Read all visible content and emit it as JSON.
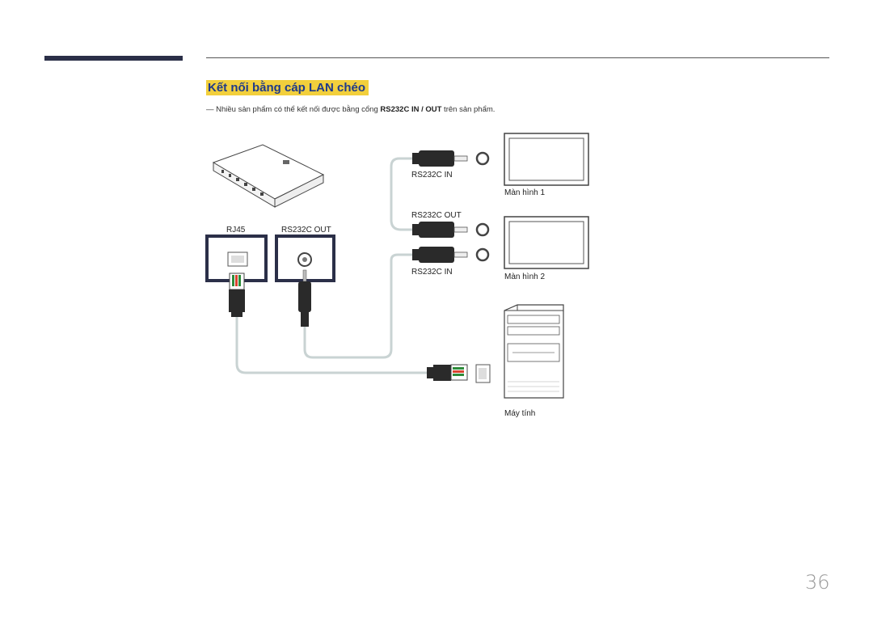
{
  "header": {
    "title": "Kết nối bằng cáp LAN chéo"
  },
  "note": {
    "prefix": "―",
    "text_before": " Nhiều sản phẩm có thể kết nối được bằng cổng ",
    "port_name": "RS232C IN / OUT",
    "text_after": " trên sản phẩm."
  },
  "diagram": {
    "port_rj45": "RJ45",
    "port_rs232c_out_source": "RS232C OUT",
    "label_rs232c_in_1": "RS232C IN",
    "label_rs232c_out": "RS232C OUT",
    "label_rs232c_in_2": "RS232C IN",
    "display_1": "Màn hình 1",
    "display_2": "Màn hình 2",
    "computer": "Máy tính"
  },
  "page": {
    "number": "36"
  }
}
